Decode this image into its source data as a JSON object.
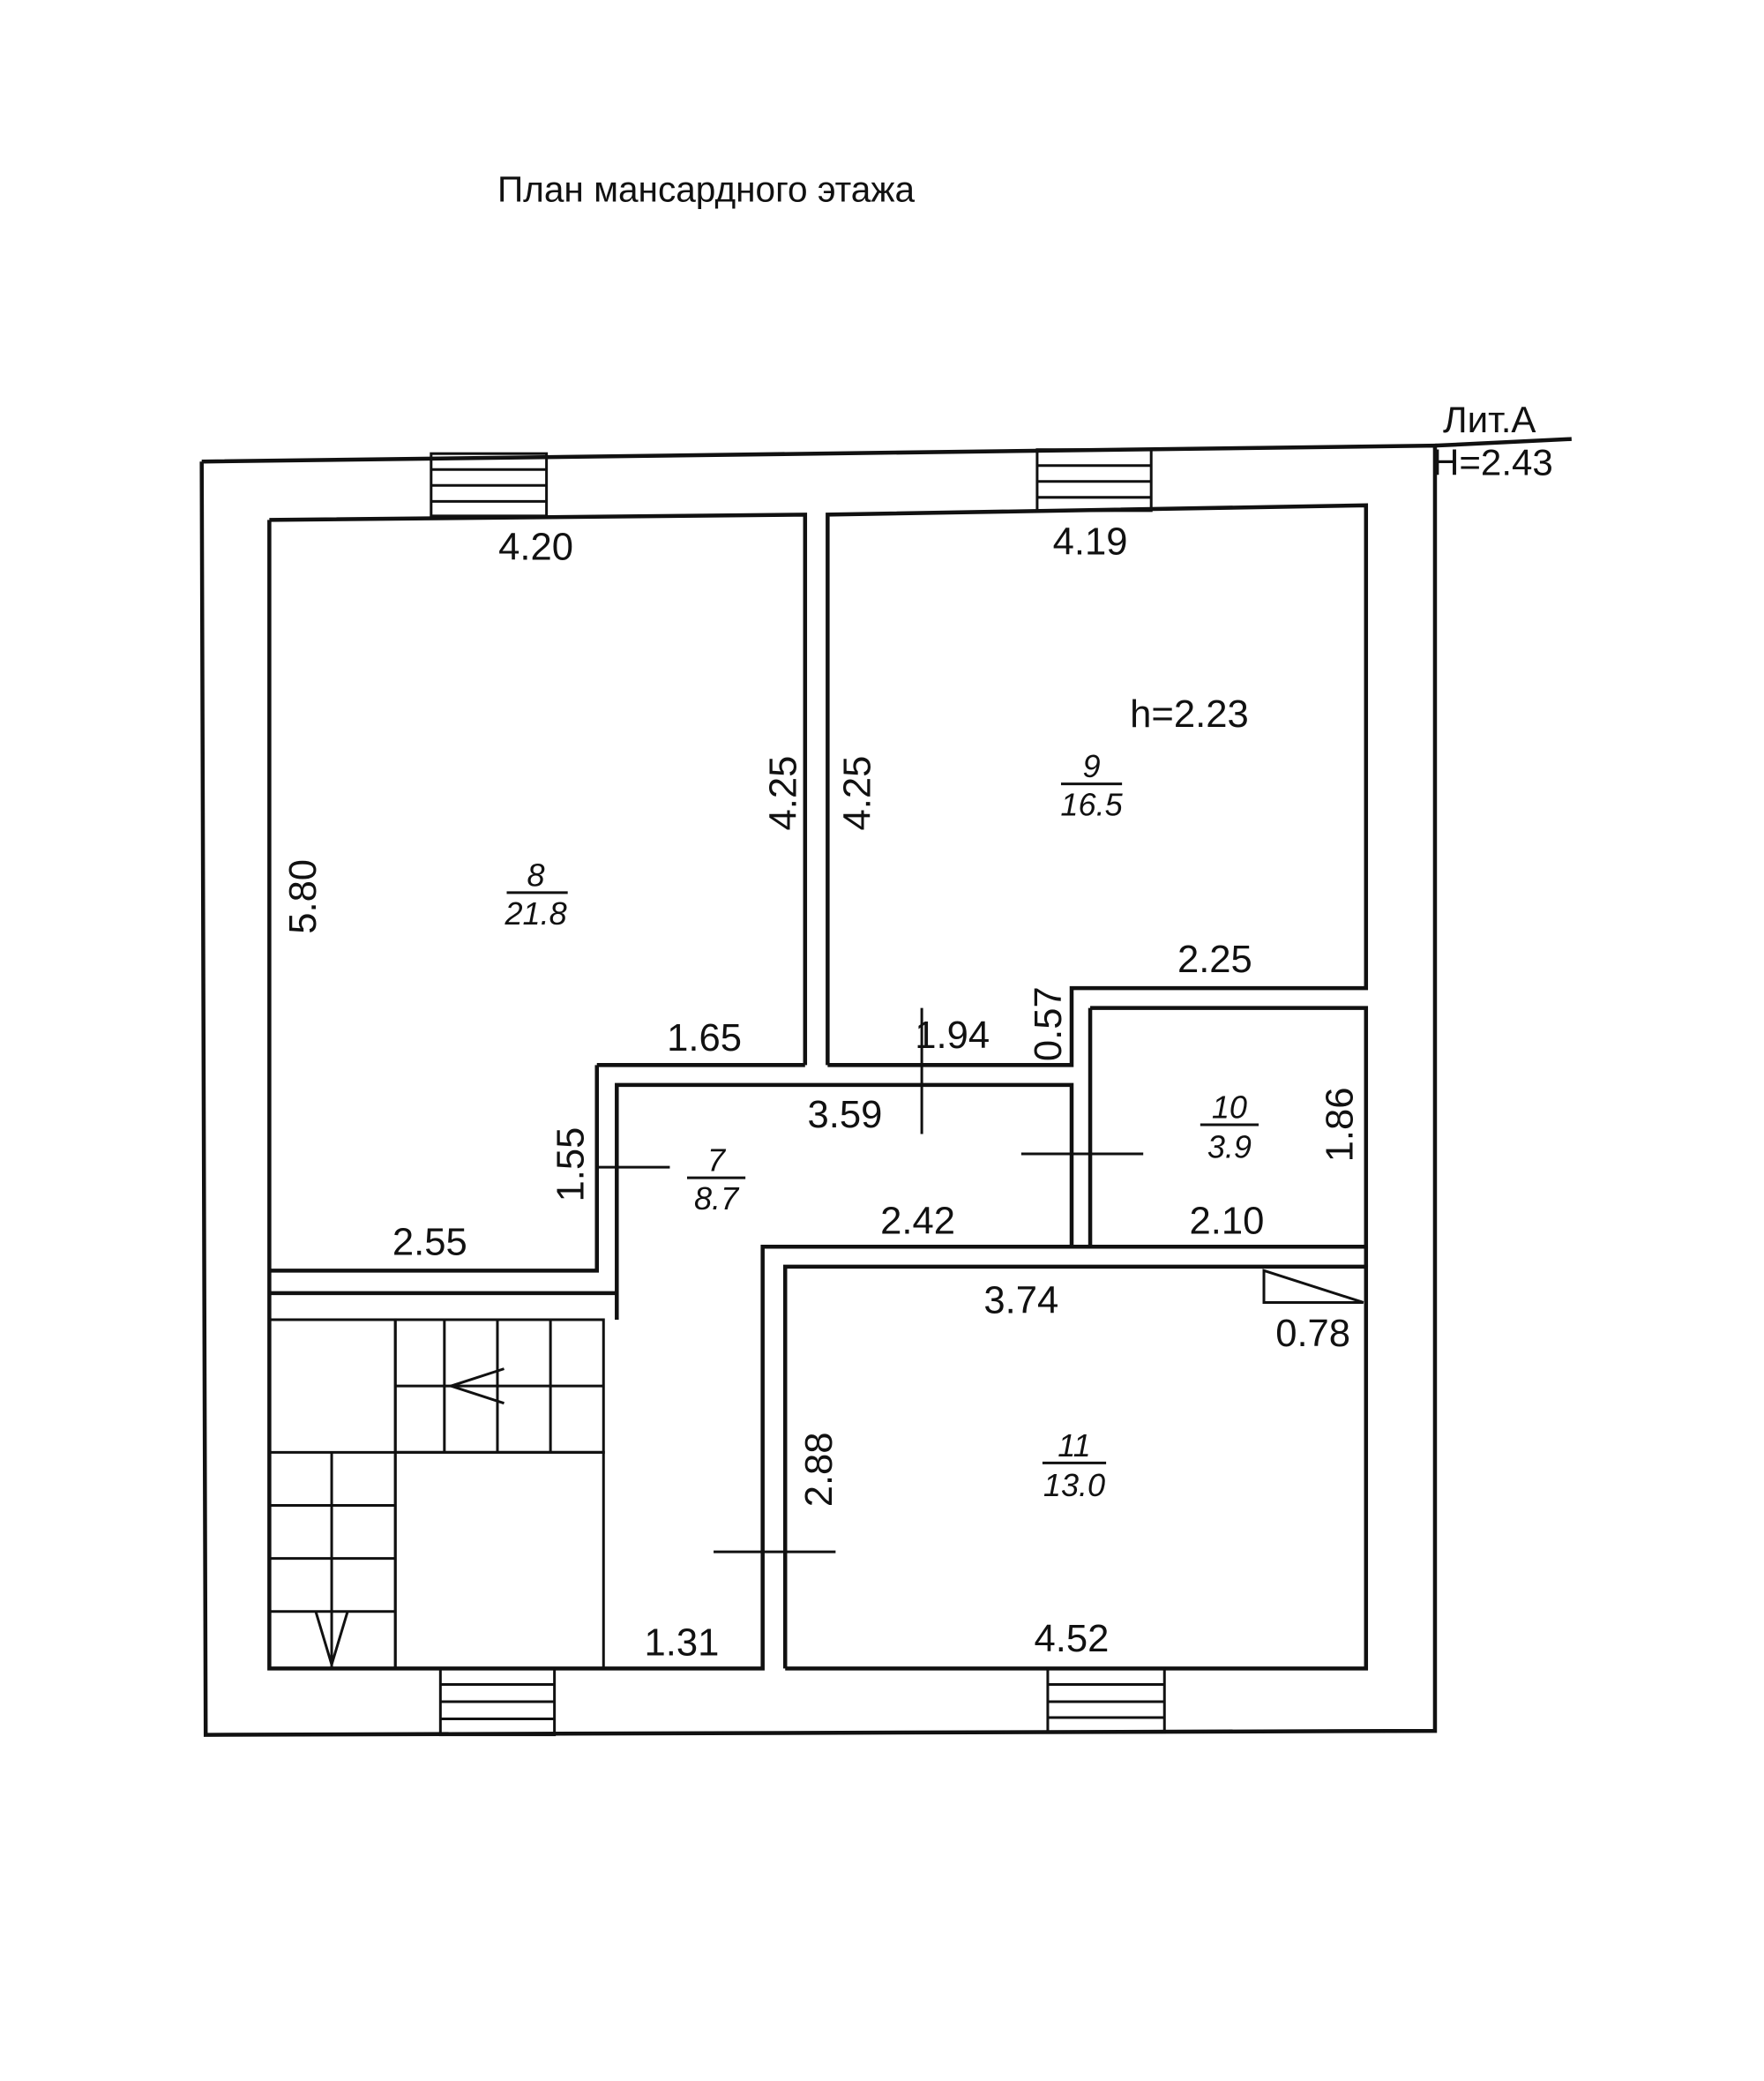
{
  "title": "План мансардного этажа",
  "lit": "Лит.А",
  "height_total": "H=2.43",
  "room9_height": "h=2.23",
  "rooms": [
    {
      "number": "8",
      "area": "21.8"
    },
    {
      "number": "9",
      "area": "16.5"
    },
    {
      "number": "7",
      "area": "8.7"
    },
    {
      "number": "10",
      "area": "3.9"
    },
    {
      "number": "11",
      "area": "13.0"
    }
  ],
  "dims": {
    "r8_top": "4.20",
    "r8_left": "5.80",
    "r8_right": "4.25",
    "r8_step": "1.65",
    "r8_bottom": "2.55",
    "r9_top": "4.19",
    "r9_left": "4.25",
    "r9_step": "2.25",
    "r9_notch": "0.57",
    "r9_bottom": "1.94",
    "r7_top": "3.59",
    "r7_left": "1.55",
    "r7_right": "2.42",
    "r7_bottom": "1.31",
    "r10_right": "1.86",
    "r10_bottom": "2.10",
    "r11_top": "3.74",
    "r11_corner": "0.78",
    "r11_left": "2.88",
    "r11_bottom": "4.52"
  }
}
